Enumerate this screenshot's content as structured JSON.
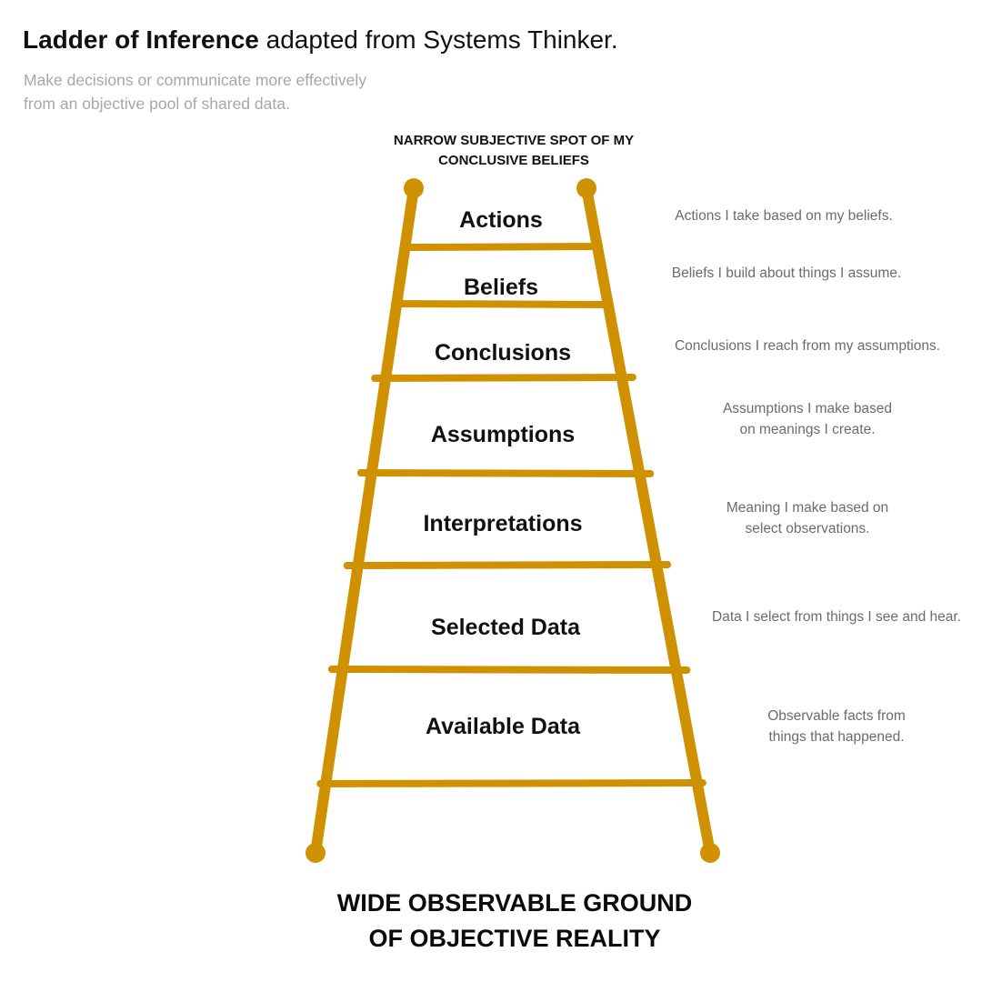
{
  "header": {
    "title_bold": "Ladder of Inference",
    "title_rest": " adapted from Systems Thinker.",
    "subtitle_lines": [
      "Make decisions or communicate more effectively",
      "from an objective pool of shared data."
    ]
  },
  "top_caption": {
    "lines": [
      "NARROW SUBJECTIVE SPOT OF MY",
      "CONCLUSIVE BELIEFS"
    ]
  },
  "bottom_caption": {
    "lines": [
      "WIDE OBSERVABLE GROUND",
      "OF OBJECTIVE REALITY"
    ]
  },
  "steps": [
    {
      "label": "Actions",
      "description": [
        "Actions I take based on my beliefs."
      ]
    },
    {
      "label": "Beliefs",
      "description": [
        "Beliefs I build about things I assume."
      ]
    },
    {
      "label": "Conclusions",
      "description": [
        "Conclusions I reach from my assumptions."
      ]
    },
    {
      "label": "Assumptions",
      "description": [
        "Assumptions I make based",
        "on meanings I create."
      ]
    },
    {
      "label": "Interpretations",
      "description": [
        "Meaning I make based on",
        "select observations."
      ]
    },
    {
      "label": "Selected Data",
      "description": [
        "Data I select from things I see and hear."
      ]
    },
    {
      "label": "Available Data",
      "description": [
        "Observable facts from",
        "things that happened."
      ]
    }
  ],
  "colors": {
    "ladder": "#cf9100",
    "label": "#111111",
    "description": "#6b6b6b",
    "subtitle": "#a7a7a7"
  }
}
